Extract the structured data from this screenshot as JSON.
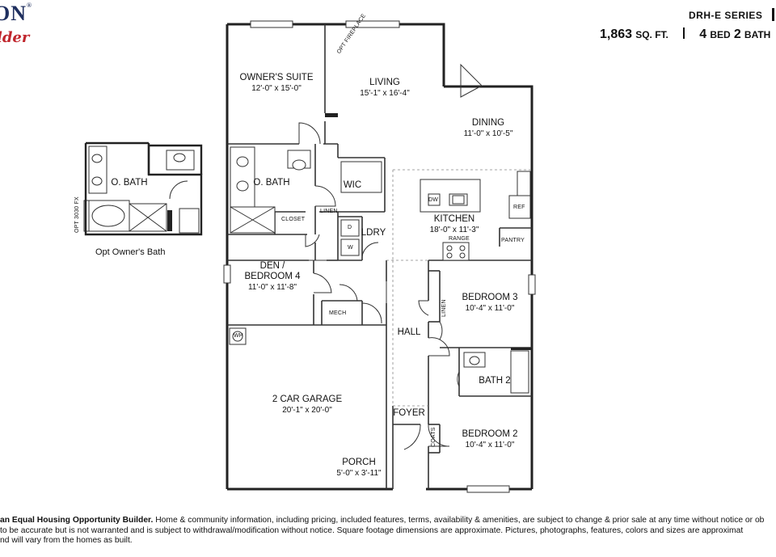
{
  "brand": {
    "name": "ON",
    "registered": "®",
    "tagline": "lder"
  },
  "header": {
    "series": "DRH-E SERIES",
    "sqft_value": "1,863",
    "sqft_unit": "SQ. FT.",
    "bed_count": "4",
    "bed_label": "BED",
    "bath_count": "2",
    "bath_label": "BATH"
  },
  "rooms": {
    "owners_suite": {
      "name": "OWNER'S SUITE",
      "dims": "12'-0\" x 15'-0\""
    },
    "living": {
      "name": "LIVING",
      "dims": "15'-1\" x 16'-4\""
    },
    "dining": {
      "name": "DINING",
      "dims": "11'-0\" x 10'-5\""
    },
    "o_bath": {
      "name": "O. BATH"
    },
    "wic": {
      "name": "WIC"
    },
    "kitchen": {
      "name": "KITCHEN",
      "dims": "18'-0\" x 11'-3\""
    },
    "ldry": {
      "name": "LDRY"
    },
    "den": {
      "name": "DEN /",
      "name2": "BEDROOM 4",
      "dims": "11'-0\" x 11'-8\""
    },
    "bedroom3": {
      "name": "BEDROOM 3",
      "dims": "10'-4\" x 11'-0\""
    },
    "hall": {
      "name": "HALL"
    },
    "bath2": {
      "name": "BATH 2"
    },
    "garage": {
      "name": "2 CAR GARAGE",
      "dims": "20'-1\" x 20'-0\""
    },
    "foyer": {
      "name": "FOYER"
    },
    "bedroom2": {
      "name": "BEDROOM 2",
      "dims": "10'-4\" x 11'-0\""
    },
    "porch": {
      "name": "PORCH",
      "dims": "5'-0\" x 3'-11\""
    },
    "opt_o_bath": {
      "name": "O. BATH"
    }
  },
  "fixtures": {
    "opt_fireplace": "OPT FIREPLACE",
    "closet": "CLOSET",
    "linen": "LINEN",
    "linen2": "LINEN",
    "dw": "DW",
    "ref": "REF",
    "range": "RANGE",
    "pantry": "PANTRY",
    "dryer": "D",
    "washer": "W",
    "mech": "MECH",
    "wh": "WH",
    "coats": "COATS",
    "opt_window": "OPT 3030 FX"
  },
  "caption": "Opt Owner's Bath",
  "disclaimer": {
    "line1_bold": "an Equal Housing Opportunity Builder.",
    "line1_rest": " Home & community information, including pricing, included features, terms, availability & amenities, are subject to change & prior sale at any time without notice or ob",
    "line2": "to be accurate but is not warranted and is subject to withdrawal/modification without notice. Square footage dimensions are approximate. Pictures, photographs, features, colors and sizes are approximat",
    "line3": "nd will vary from the homes as built."
  }
}
